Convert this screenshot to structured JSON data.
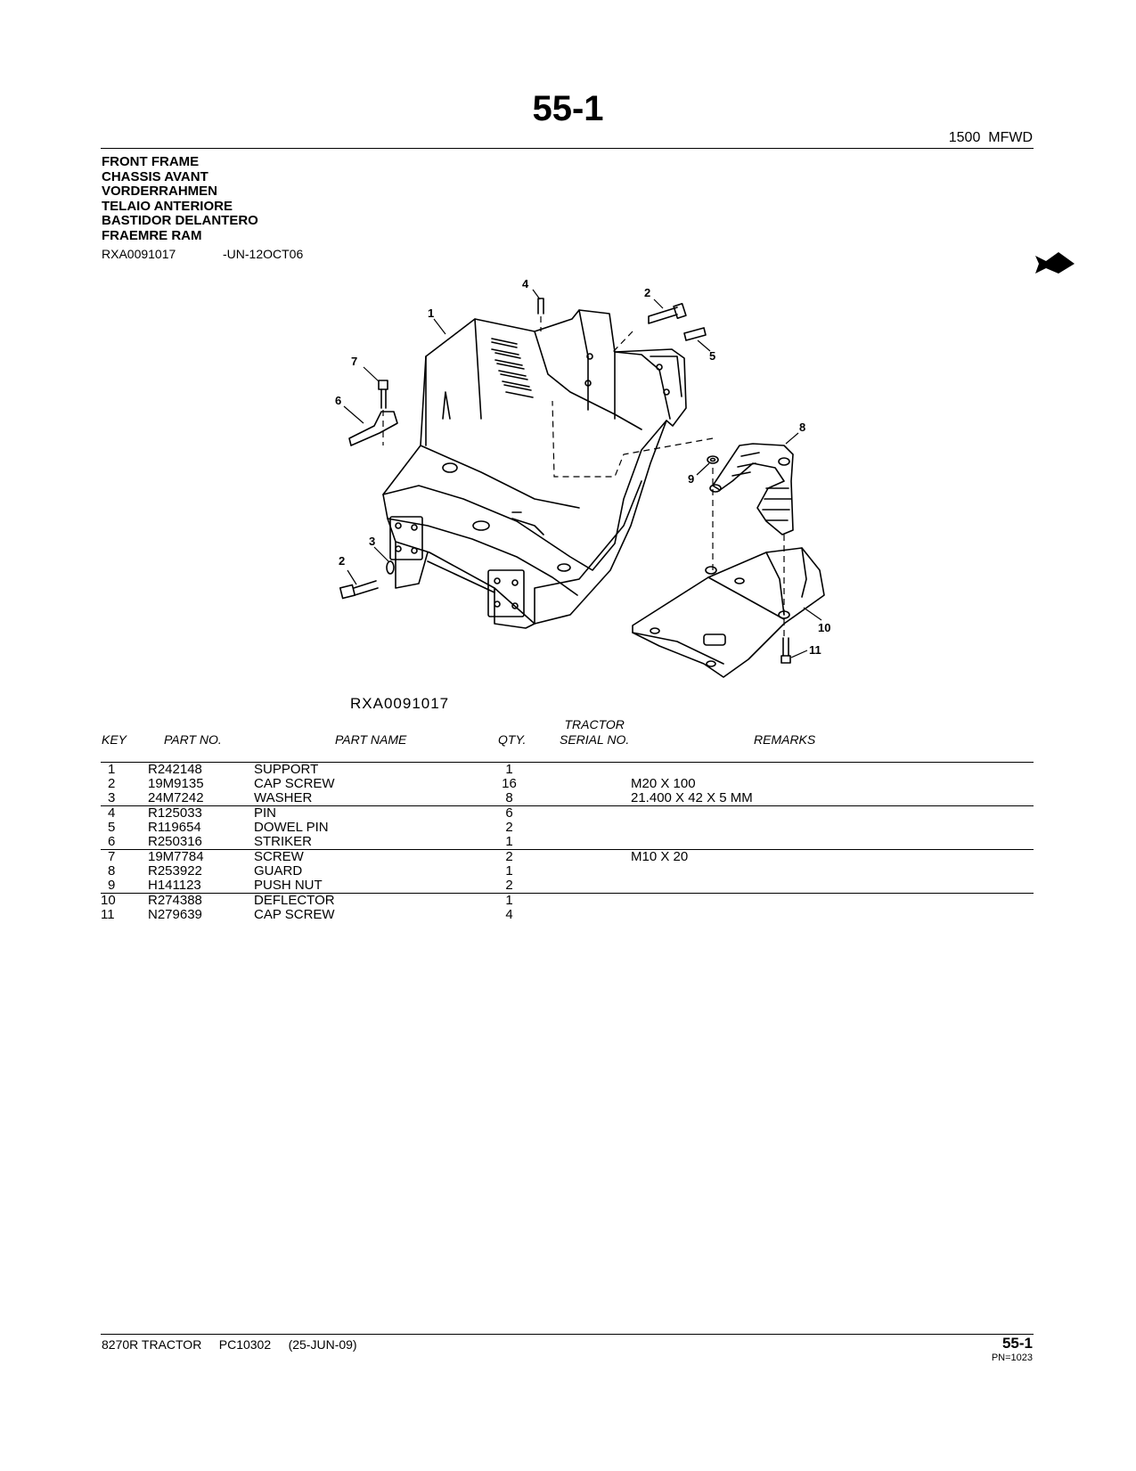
{
  "page_number": "55-1",
  "model": "1500  MFWD",
  "titles": [
    "FRONT FRAME",
    "CHASSIS AVANT",
    "VORDERRAHMEN",
    "TELAIO ANTERIORE",
    "BASTIDOR DELANTERO",
    "FRAEMRE RAM"
  ],
  "illustration_id": "RXA0091017",
  "illustration_date": "-UN-12OCT06",
  "diagram_caption": "RXA0091017",
  "callouts": [
    "1",
    "2",
    "2",
    "3",
    "4",
    "5",
    "6",
    "7",
    "8",
    "9",
    "10",
    "11"
  ],
  "table": {
    "headers": {
      "key": "KEY",
      "part_no": "PART NO.",
      "part_name": "PART NAME",
      "qty": "QTY.",
      "serial_line1": "TRACTOR",
      "serial_line2": "SERIAL NO.",
      "remarks": "REMARKS"
    },
    "rows": [
      {
        "key": "1",
        "part_no": "R242148",
        "part_name": "SUPPORT",
        "qty": "1",
        "serial": "",
        "remarks": ""
      },
      {
        "key": "2",
        "part_no": "19M9135",
        "part_name": "CAP SCREW",
        "qty": "16",
        "serial": "",
        "remarks": "M20 X 100"
      },
      {
        "key": "3",
        "part_no": "24M7242",
        "part_name": "WASHER",
        "qty": "8",
        "serial": "",
        "remarks": "21.400 X 42 X 5 MM"
      },
      {
        "key": "4",
        "part_no": "R125033",
        "part_name": "PIN",
        "qty": "6",
        "serial": "",
        "remarks": ""
      },
      {
        "key": "5",
        "part_no": "R119654",
        "part_name": "DOWEL PIN",
        "qty": "2",
        "serial": "",
        "remarks": ""
      },
      {
        "key": "6",
        "part_no": "R250316",
        "part_name": "STRIKER",
        "qty": "1",
        "serial": "",
        "remarks": ""
      },
      {
        "key": "7",
        "part_no": "19M7784",
        "part_name": "SCREW",
        "qty": "2",
        "serial": "",
        "remarks": "M10 X 20"
      },
      {
        "key": "8",
        "part_no": "R253922",
        "part_name": "GUARD",
        "qty": "1",
        "serial": "",
        "remarks": ""
      },
      {
        "key": "9",
        "part_no": "H141123",
        "part_name": "PUSH NUT",
        "qty": "2",
        "serial": "",
        "remarks": ""
      },
      {
        "key": "10",
        "part_no": "R274388",
        "part_name": "DEFLECTOR",
        "qty": "1",
        "serial": "",
        "remarks": ""
      },
      {
        "key": "11",
        "part_no": "N279639",
        "part_name": "CAP SCREW",
        "qty": "4",
        "serial": "",
        "remarks": ""
      }
    ]
  },
  "footer": {
    "left": "8270R TRACTOR     PC10302     (25-JUN-09)",
    "page": "55-1",
    "pn": "PN=1023"
  }
}
